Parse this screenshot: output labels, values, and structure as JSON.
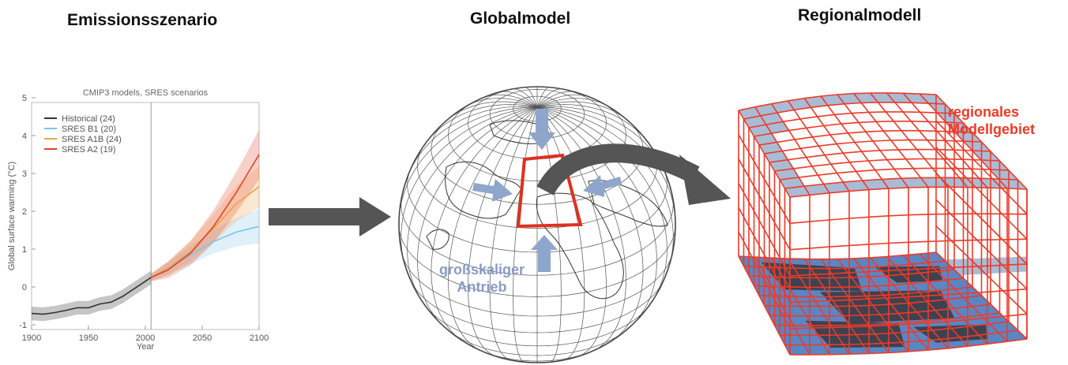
{
  "headings": {
    "left": "Emissionsszenario",
    "middle": "Globalmodel",
    "right": "Regionalmodell"
  },
  "chart_data": {
    "type": "line",
    "title": "CMIP3 models, SRES scenarios",
    "xlabel": "Year",
    "ylabel": "Global surface warming (°C)",
    "xlim": [
      1900,
      2100
    ],
    "ylim": [
      -1,
      5
    ],
    "x_ticks": [
      "1900",
      "1950",
      "2000",
      "2050",
      "2100"
    ],
    "y_ticks": [
      "-1",
      "0",
      "1",
      "2",
      "3",
      "4",
      "5"
    ],
    "marker_year": 2005,
    "series": [
      {
        "name": "Historical (24)",
        "color": "#333333",
        "x": [
          1900,
          1910,
          1920,
          1930,
          1940,
          1950,
          1960,
          1970,
          1980,
          1990,
          2000,
          2005
        ],
        "y": [
          -0.7,
          -0.72,
          -0.68,
          -0.62,
          -0.55,
          -0.55,
          -0.45,
          -0.4,
          -0.25,
          -0.05,
          0.15,
          0.25
        ]
      },
      {
        "name": "SRES B1 (20)",
        "color": "#7fc3e6",
        "x": [
          2005,
          2020,
          2040,
          2060,
          2080,
          2100
        ],
        "y": [
          0.25,
          0.5,
          0.85,
          1.2,
          1.45,
          1.6
        ]
      },
      {
        "name": "SRES A1B (24)",
        "color": "#f2a24a",
        "x": [
          2005,
          2020,
          2040,
          2060,
          2080,
          2100
        ],
        "y": [
          0.25,
          0.5,
          0.95,
          1.55,
          2.2,
          2.65
        ]
      },
      {
        "name": "SRES A2 (19)",
        "color": "#e0442a",
        "x": [
          2005,
          2020,
          2040,
          2060,
          2080,
          2100
        ],
        "y": [
          0.25,
          0.45,
          0.9,
          1.6,
          2.5,
          3.5
        ]
      }
    ]
  },
  "globe": {
    "label_line1": "großskaliger",
    "label_line2": "Antrieb"
  },
  "region": {
    "label_line1": "regionales",
    "label_line2": "Modellgebiet"
  },
  "colors": {
    "arrow": "#555555",
    "forcing_arrow": "#8ea6cc",
    "domain_box": "#e0301e",
    "grid_red": "#ee3a28",
    "cell_blue": "#a9bcd6",
    "water_blue": "#5b86c4",
    "land_dark": "#3d4250"
  }
}
